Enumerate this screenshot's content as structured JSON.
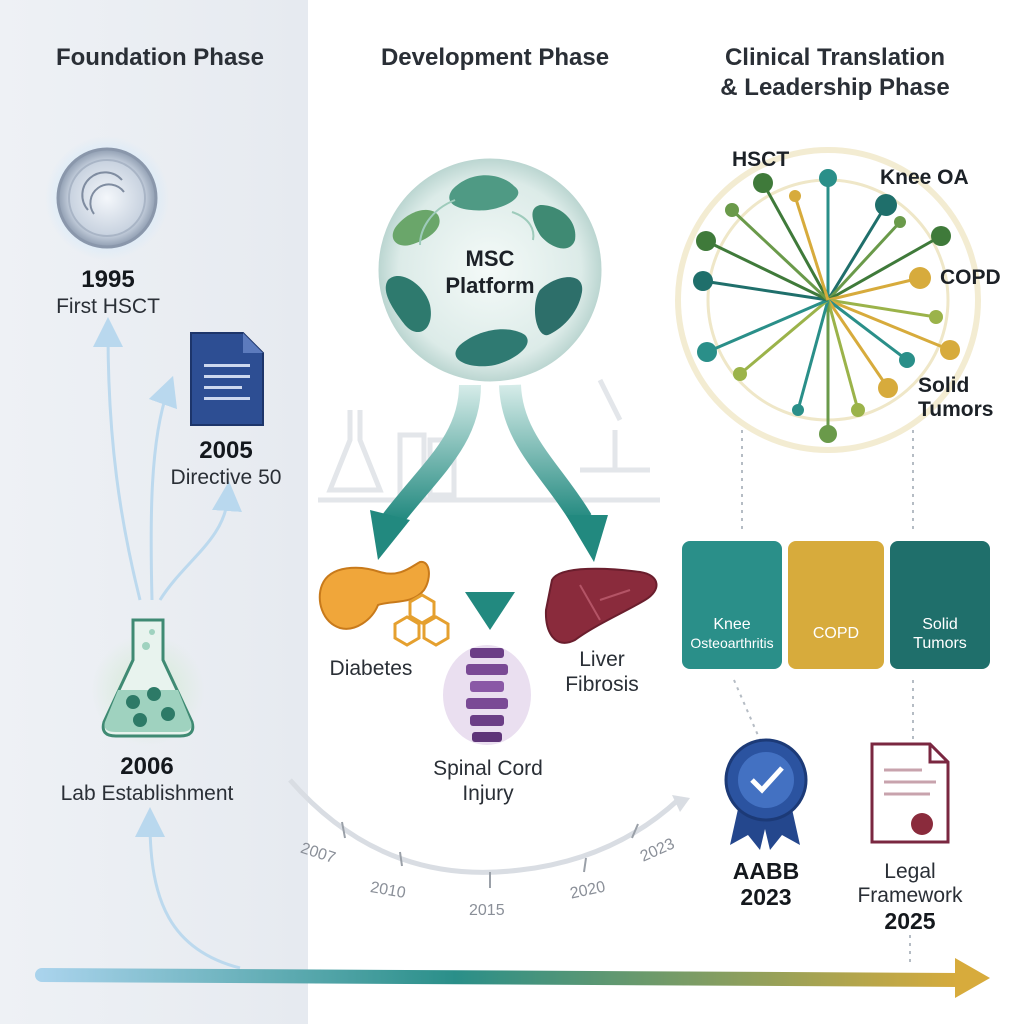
{
  "phases": {
    "foundation": "Foundation Phase",
    "development": "Development Phase",
    "clinical_line1": "Clinical Translation",
    "clinical_line2": "& Leadership Phase"
  },
  "foundation": {
    "m1995": {
      "year": "1995",
      "label": "First HSCT"
    },
    "m2005": {
      "year": "2005",
      "label": "Directive 50"
    },
    "m2006": {
      "year": "2006",
      "label": "Lab Establishment"
    }
  },
  "development": {
    "platform_line1": "MSC",
    "platform_line2": "Platform",
    "targets": {
      "diabetes": "Diabetes",
      "spinal_line1": "Spinal Cord",
      "spinal_line2": "Injury",
      "liver_line1": "Liver",
      "liver_line2": "Fibrosis"
    },
    "timeline_ticks": [
      "2007",
      "2010",
      "2015",
      "2020",
      "2023"
    ]
  },
  "clinical": {
    "spokes": {
      "hsct": "HSCT",
      "knee_oa": "Knee OA",
      "copd": "COPD",
      "solid_line1": "Solid",
      "solid_line2": "Tumors"
    },
    "cards": {
      "knee_line1": "Knee",
      "knee_line2": "Osteoarthritis",
      "copd": "COPD",
      "solid_line1": "Solid",
      "solid_line2": "Tumors"
    },
    "milestones": {
      "aabb_line1": "AABB",
      "aabb_line2": "2023",
      "legal_line1": "Legal",
      "legal_line2": "Framework",
      "legal_line3": "2025"
    }
  },
  "colors": {
    "teal": "#2a8f89",
    "dark_teal": "#1f6f6b",
    "gold": "#d7ab3c",
    "green": "#6a9a4a",
    "navy": "#27488d",
    "maroon": "#7a2740",
    "sky": "#bcd7ea"
  }
}
